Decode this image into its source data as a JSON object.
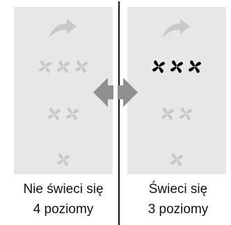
{
  "colors": {
    "panel_background": "#e7e7e7",
    "fan_inactive": "#c7c7c7",
    "fan_active": "#000000",
    "arrow": "#c9c9c9",
    "double_arrow": "#8f8f8f",
    "divider": "#111111",
    "text": "#111111"
  },
  "icons": {
    "level_arrow": "curved-up-arrow-icon",
    "fan": "fan-icon",
    "switch": "double-arrow-icon"
  },
  "left_panel": {
    "caption_line1": "Nie świeci się",
    "caption_line2": "4 poziomy",
    "fan_rows": [
      3,
      2,
      1
    ],
    "lit_fan_rows": []
  },
  "right_panel": {
    "caption_line1": "Świeci się",
    "caption_line2": "3 poziomy",
    "fan_rows": [
      3,
      2,
      1
    ],
    "lit_fan_rows": [
      0
    ]
  }
}
